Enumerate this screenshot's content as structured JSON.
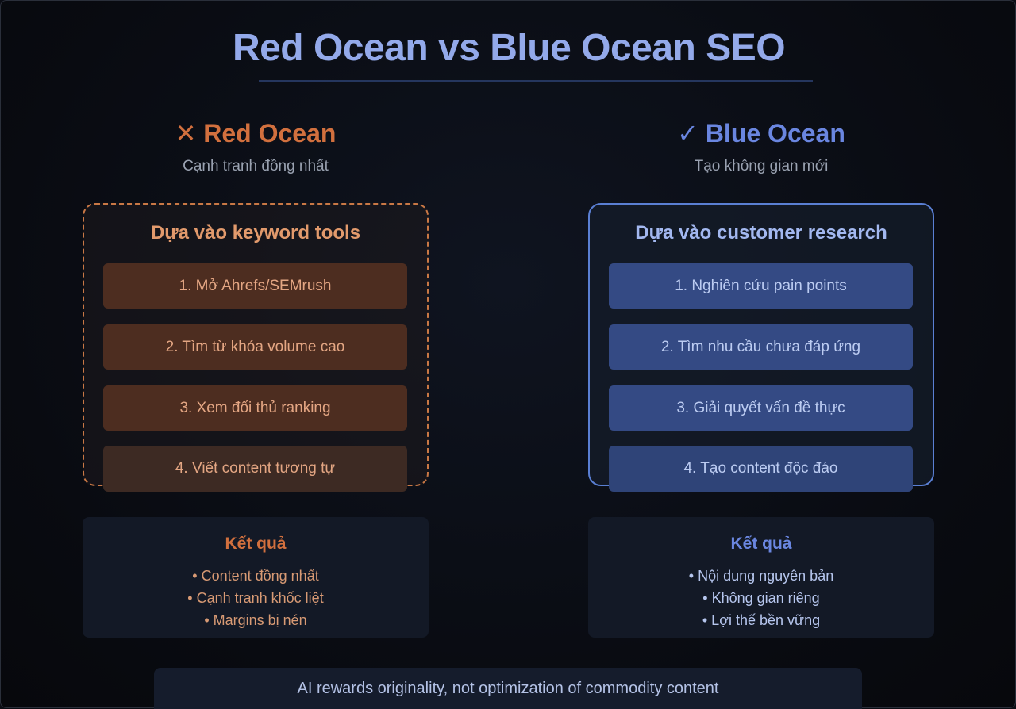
{
  "title": "Red Ocean vs Blue Ocean SEO",
  "colors": {
    "red_accent": "#d2703e",
    "blue_accent": "#6a86e0",
    "title_color": "#93a9ea",
    "background": "#0b0d14"
  },
  "red_ocean": {
    "heading": "✕ Red Ocean",
    "subtitle": "Cạnh tranh đồng nhất",
    "method_title": "Dựa vào keyword tools",
    "steps": [
      "1. Mở Ahrefs/SEMrush",
      "2. Tìm từ khóa volume cao",
      "3. Xem đối thủ ranking",
      "4. Viết content tương tự"
    ],
    "result_title": "Kết quả",
    "results": [
      "• Content đồng nhất",
      "• Cạnh tranh khốc liệt",
      "• Margins bị nén"
    ]
  },
  "blue_ocean": {
    "heading": "✓ Blue Ocean",
    "subtitle": "Tạo không gian mới",
    "method_title": "Dựa vào customer research",
    "steps": [
      "1. Nghiên cứu pain points",
      "2. Tìm nhu cầu chưa đáp ứng",
      "3. Giải quyết vấn đề thực",
      "4. Tạo content độc đáo"
    ],
    "result_title": "Kết quả",
    "results": [
      "• Nội dung nguyên bản",
      "• Không gian riêng",
      "• Lợi thế bền vững"
    ]
  },
  "footer": "AI rewards originality, not optimization of commodity content"
}
